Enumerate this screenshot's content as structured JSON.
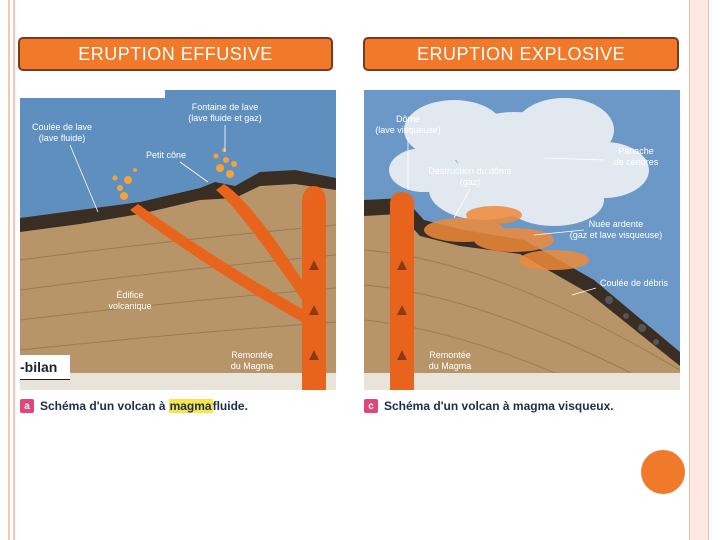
{
  "colors": {
    "accent": "#f07a2a",
    "frame": "#f3b8a6",
    "caption_text": "#1c2e4a",
    "caption_badge": "#e1457a",
    "highlight": "#f9e44b"
  },
  "labels": {
    "effusive": "ERUPTION EFFUSIVE",
    "explosive": "ERUPTION EXPLOSIVE"
  },
  "effusive": {
    "coulee_title": "Coulée de lave",
    "coulee_sub": "(lave fluide)",
    "fontaine_title": "Fontaine de lave",
    "fontaine_sub": "(lave fluide et gaz)",
    "petit_cone": "Petit cône",
    "edifice_1": "Édifice",
    "edifice_2": "volcanique",
    "remontee_1": "Remontée",
    "remontee_2": "du Magma",
    "bilan": "-bilan",
    "caption_letter": "a",
    "caption_pre": "Schéma d'un volcan à ",
    "caption_highlight": "magma",
    "caption_post": " fluide."
  },
  "explosive": {
    "dome_title": "Dôme",
    "dome_sub": "(lave visqueuse)",
    "destruction_1": "Destruction du dôme",
    "destruction_2": "(gaz)",
    "panache_1": "Panache",
    "panache_2": "de cendres",
    "nuee_1": "Nuée ardente",
    "nuee_2": "(gaz et lave visqueuse)",
    "coulee_debris": "Coulée de débris",
    "remontee_1": "Remontée",
    "remontee_2": "du Magma",
    "caption_letter": "c",
    "caption_text": "Schéma d'un volcan à magma visqueux."
  }
}
